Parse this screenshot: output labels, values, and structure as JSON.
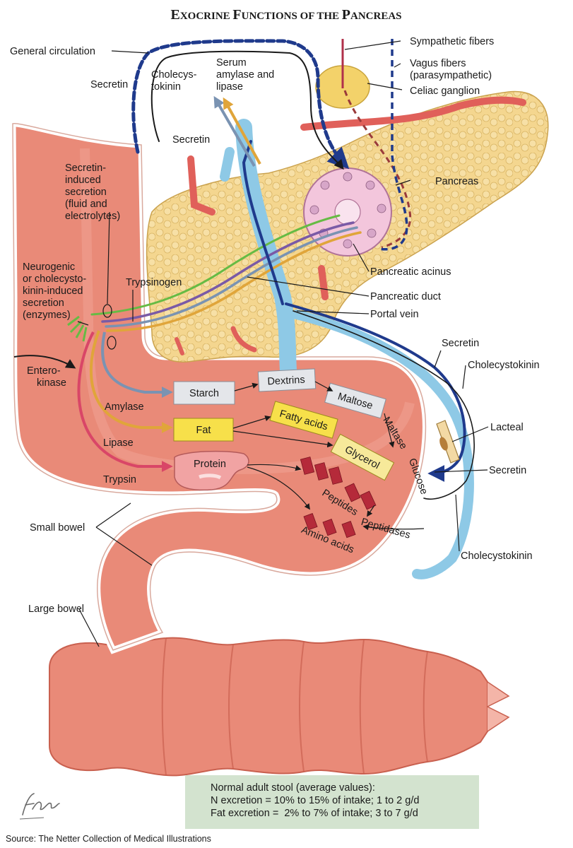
{
  "title": {
    "prefix_initial": "E",
    "prefix_rest": "XOCRINE ",
    "word2_initial": "F",
    "word2_rest": "UNCTIONS OF THE ",
    "word3_initial": "P",
    "word3_rest": "ANCREAS"
  },
  "labels": {
    "general_circulation": "General circulation",
    "secretin_top": "Secretin",
    "cholecystokinin_top_1": "Cholecys-",
    "cholecystokinin_top_2": "tokinin",
    "serum_1": "Serum",
    "serum_2": "amylase and",
    "serum_3": "lipase",
    "secretin_mid": "Secretin",
    "sympathetic": "Sympathetic fibers",
    "vagus_1": "Vagus fibers",
    "vagus_2": "(parasympathetic)",
    "celiac": "Celiac ganglion",
    "pancreas": "Pancreas",
    "secretin_induced_1": "Secretin-",
    "secretin_induced_2": "induced",
    "secretin_induced_3": "secretion",
    "secretin_induced_4": "(fluid and",
    "secretin_induced_5": "electrolytes)",
    "neurogenic_1": "Neurogenic",
    "neurogenic_2": "or cholecysto-",
    "neurogenic_3": "kinin-induced",
    "neurogenic_4": "secretion",
    "neurogenic_5": "(enzymes)",
    "trypsinogen": "Trypsinogen",
    "pancreatic_acinus": "Pancreatic acinus",
    "pancreatic_duct": "Pancreatic duct",
    "portal_vein": "Portal vein",
    "enterokinase_1": "Entero-",
    "enterokinase_2": "kinase",
    "secretin_right": "Secretin",
    "cholecystokinin_right": "Cholecystokinin",
    "lacteal": "Lacteal",
    "secretin_right2": "Secretin",
    "amylase": "Amylase",
    "lipase": "Lipase",
    "trypsin": "Trypsin",
    "maltase": "Maltase",
    "glucose": "Glucose",
    "peptides": "Peptides",
    "peptidases": "Peptidases",
    "amino_acids": "Amino acids",
    "small_bowel": "Small bowel",
    "cholecystokinin_bottom": "Cholecystokinin",
    "large_bowel": "Large bowel"
  },
  "boxes": {
    "starch": "Starch",
    "dextrins": "Dextrins",
    "maltose": "Maltose",
    "fat": "Fat",
    "fatty_acids": "Fatty acids",
    "glycerol": "Glycerol",
    "protein": "Protein"
  },
  "stool": {
    "line1": "Normal adult stool (average values):",
    "line2": "N excretion = 10% to 15% of intake; 1 to 2 g/d",
    "line3": "Fat excretion =  2% to 7% of intake; 3 to 7 g/d"
  },
  "signature": "F. Netter M.D.",
  "source": "Source: The Netter Collection of Medical Illustrations",
  "colors": {
    "bowel": "#e98a78",
    "bowel_dark": "#c9604f",
    "pancreas": "#f3d58e",
    "vein": "#8ec9e6",
    "nerve_blue": "#1f3a8c",
    "amylase_arrow": "#7a93b2",
    "lipase_arrow": "#e0a53a",
    "trypsin_arrow": "#d94667",
    "secretion_green": "#66bb44",
    "starch_box": "#e4e6ea",
    "fat_box": "#f7e04a",
    "protein": "#f1a3a3",
    "stool_box": "#d3e3cf"
  }
}
